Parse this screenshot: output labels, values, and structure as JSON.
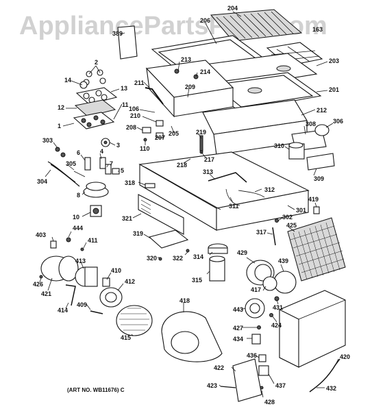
{
  "watermark": "AppliancePartsPros.com",
  "art_number": "(ART NO. WB11676) C",
  "labels": [
    {
      "id": "l204",
      "text": "204"
    },
    {
      "id": "l206",
      "text": "206"
    },
    {
      "id": "l203",
      "text": "203"
    },
    {
      "id": "l201",
      "text": "201"
    },
    {
      "id": "l212",
      "text": "212"
    },
    {
      "id": "l213",
      "text": "213"
    },
    {
      "id": "l214",
      "text": "214"
    },
    {
      "id": "l209",
      "text": "209"
    },
    {
      "id": "l211",
      "text": "211"
    },
    {
      "id": "l106",
      "text": "106"
    },
    {
      "id": "l210",
      "text": "210"
    },
    {
      "id": "l205",
      "text": "205"
    },
    {
      "id": "l207",
      "text": "207"
    },
    {
      "id": "l208",
      "text": "208"
    },
    {
      "id": "l110",
      "text": "110"
    },
    {
      "id": "l219",
      "text": "219"
    },
    {
      "id": "l218",
      "text": "218"
    },
    {
      "id": "l217",
      "text": "217"
    },
    {
      "id": "l2",
      "text": "2"
    },
    {
      "id": "l14",
      "text": "14"
    },
    {
      "id": "l13",
      "text": "13"
    },
    {
      "id": "l12",
      "text": "12"
    },
    {
      "id": "l11",
      "text": "11"
    },
    {
      "id": "l1",
      "text": "1"
    },
    {
      "id": "l3",
      "text": "3"
    },
    {
      "id": "l303",
      "text": "303"
    },
    {
      "id": "l6",
      "text": "6"
    },
    {
      "id": "l4",
      "text": "4"
    },
    {
      "id": "l7",
      "text": "7"
    },
    {
      "id": "l305",
      "text": "305"
    },
    {
      "id": "l5",
      "text": "5"
    },
    {
      "id": "l304",
      "text": "304"
    },
    {
      "id": "l8",
      "text": "8"
    },
    {
      "id": "l10",
      "text": "10"
    },
    {
      "id": "l308",
      "text": "308"
    },
    {
      "id": "l306",
      "text": "306"
    },
    {
      "id": "l310",
      "text": "310"
    },
    {
      "id": "l309",
      "text": "309"
    },
    {
      "id": "l313",
      "text": "313"
    },
    {
      "id": "l312",
      "text": "312"
    },
    {
      "id": "l311",
      "text": "311"
    },
    {
      "id": "l318",
      "text": "318"
    },
    {
      "id": "l301",
      "text": "301"
    },
    {
      "id": "l419",
      "text": "419"
    },
    {
      "id": "l321",
      "text": "321"
    },
    {
      "id": "l302",
      "text": "302"
    },
    {
      "id": "l317",
      "text": "317"
    },
    {
      "id": "l425",
      "text": "425"
    },
    {
      "id": "l444",
      "text": "444"
    },
    {
      "id": "l403",
      "text": "403"
    },
    {
      "id": "l411",
      "text": "411"
    },
    {
      "id": "l319",
      "text": "319"
    },
    {
      "id": "l320",
      "text": "320"
    },
    {
      "id": "l322",
      "text": "322"
    },
    {
      "id": "l314",
      "text": "314"
    },
    {
      "id": "l429",
      "text": "429"
    },
    {
      "id": "l439",
      "text": "439"
    },
    {
      "id": "l413",
      "text": "413"
    },
    {
      "id": "l410",
      "text": "410"
    },
    {
      "id": "l412",
      "text": "412"
    },
    {
      "id": "l315",
      "text": "315"
    },
    {
      "id": "l426",
      "text": "426"
    },
    {
      "id": "l421",
      "text": "421"
    },
    {
      "id": "l417",
      "text": "417"
    },
    {
      "id": "l431",
      "text": "431"
    },
    {
      "id": "l409",
      "text": "409"
    },
    {
      "id": "l414",
      "text": "414"
    },
    {
      "id": "l418",
      "text": "418"
    },
    {
      "id": "l443",
      "text": "443"
    },
    {
      "id": "l424",
      "text": "424"
    },
    {
      "id": "l427",
      "text": "427"
    },
    {
      "id": "l415",
      "text": "415"
    },
    {
      "id": "l434",
      "text": "434"
    },
    {
      "id": "l436",
      "text": "436"
    },
    {
      "id": "l420",
      "text": "420"
    },
    {
      "id": "l422",
      "text": "422"
    },
    {
      "id": "l437",
      "text": "437"
    },
    {
      "id": "l423",
      "text": "423"
    },
    {
      "id": "l432",
      "text": "432"
    },
    {
      "id": "l428",
      "text": "428"
    },
    {
      "id": "l389",
      "text": "389"
    },
    {
      "id": "l163",
      "text": "163"
    }
  ]
}
